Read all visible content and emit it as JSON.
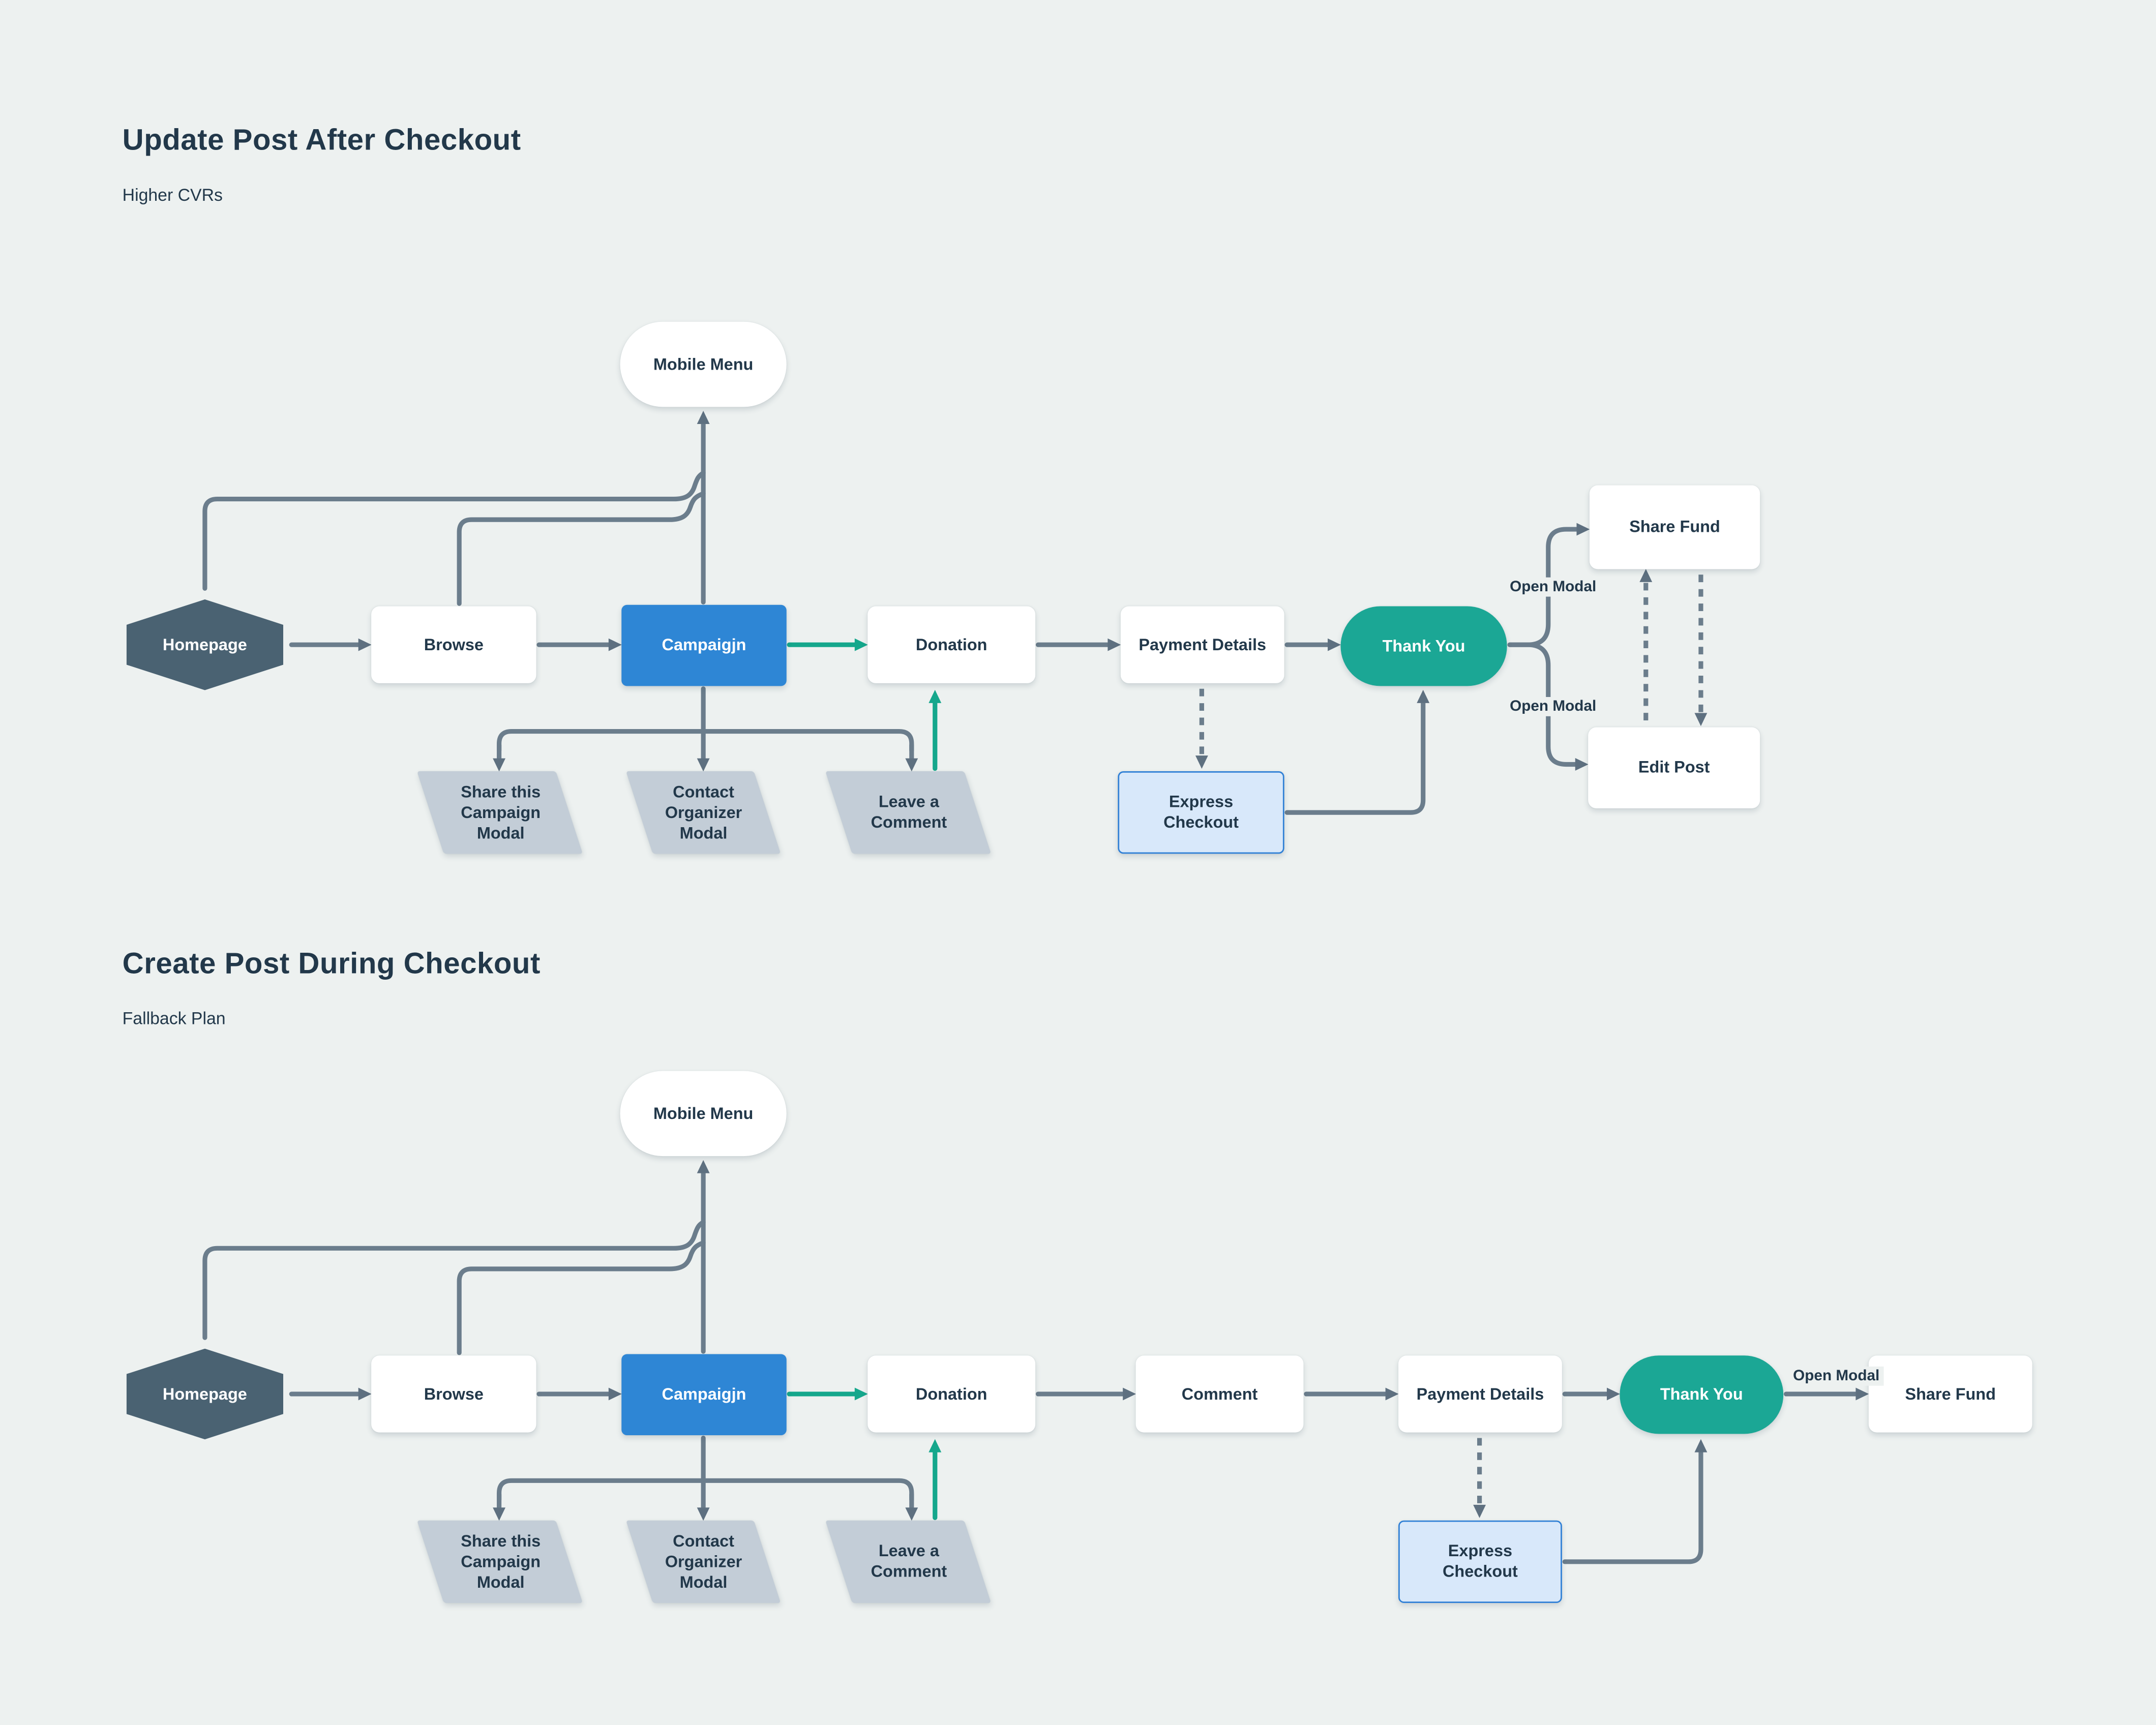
{
  "colors": {
    "bg": "#edf1f0",
    "ink": "#22384a",
    "line": "#6b7d8c",
    "arrow": "#5e7080",
    "green": "#15a78c",
    "hex": "#4a6272",
    "blue": "#2e86d5",
    "teal": "#1ba795",
    "para": "#c3cdd7",
    "exp-fill": "#d8e8fa",
    "exp-border": "#2e7fd6",
    "white": "#ffffff"
  },
  "flow1": {
    "title": "Update Post After Checkout",
    "subtitle": "Higher CVRs",
    "nodes": {
      "mobile_menu": "Mobile Menu",
      "homepage": "Homepage",
      "browse": "Browse",
      "campaign": "Campaigjn",
      "donation": "Donation",
      "payment_details": "Payment Details",
      "thank_you": "Thank You",
      "share_fund": "Share Fund",
      "edit_post": "Edit Post",
      "share_campaign_modal": "Share this Campaign Modal",
      "contact_organizer_modal": "Contact Organizer Modal",
      "leave_a_comment": "Leave a Comment",
      "express_checkout": "Express Checkout"
    },
    "labels": {
      "open_modal_top": "Open Modal",
      "open_modal_bottom": "Open Modal"
    }
  },
  "flow2": {
    "title": "Create Post During Checkout",
    "subtitle": "Fallback Plan",
    "nodes": {
      "mobile_menu": "Mobile Menu",
      "homepage": "Homepage",
      "browse": "Browse",
      "campaign": "Campaigjn",
      "donation": "Donation",
      "comment": "Comment",
      "payment_details": "Payment Details",
      "thank_you": "Thank You",
      "share_fund": "Share Fund",
      "share_campaign_modal": "Share this Campaign Modal",
      "contact_organizer_modal": "Contact Organizer Modal",
      "leave_a_comment": "Leave a Comment",
      "express_checkout": "Express Checkout"
    },
    "labels": {
      "open_modal": "Open Modal"
    }
  }
}
